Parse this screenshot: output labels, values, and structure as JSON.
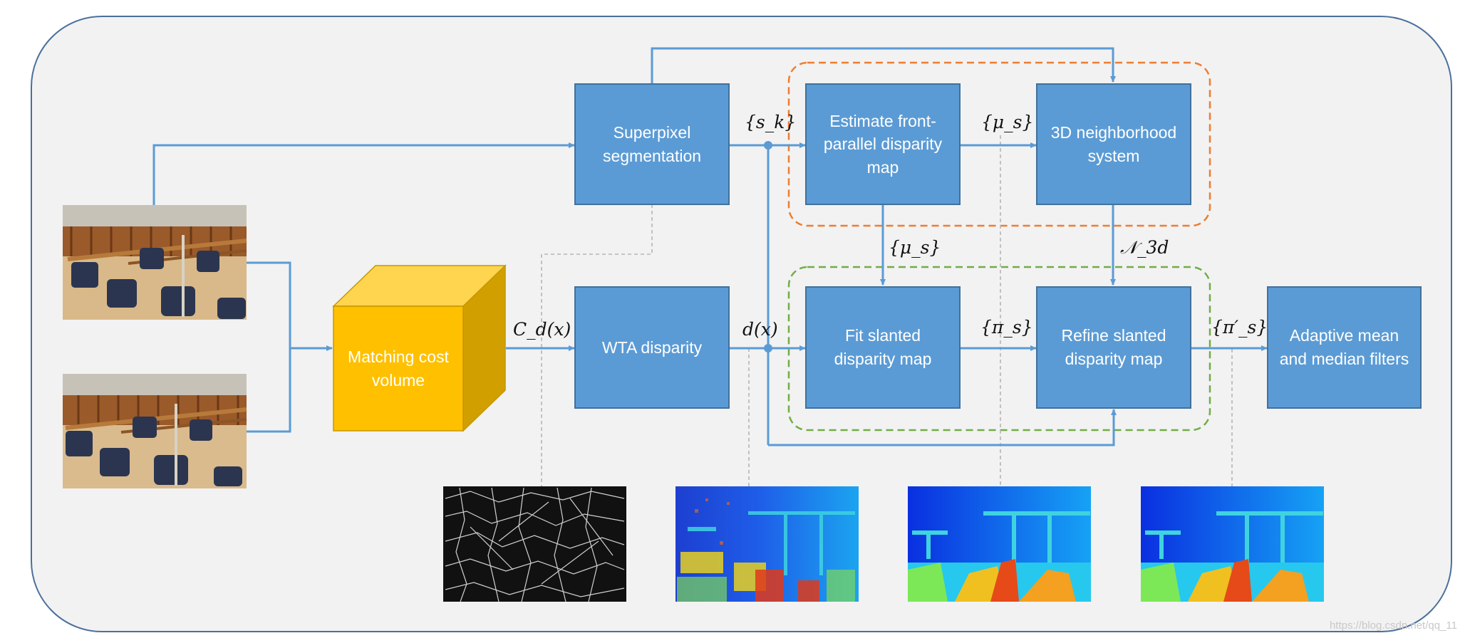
{
  "diagram": {
    "boxes": {
      "superpixel": "Superpixel\nsegmentation",
      "estimate": "Estimate front-\nparallel disparity\nmap",
      "neighborhood": "3D neighborhood\nsystem",
      "cost_volume": "Matching cost\nvolume",
      "wta": "WTA disparity",
      "fit": "Fit slanted\ndisparity map",
      "refine": "Refine slanted\ndisparity map",
      "filters": "Adaptive mean\nand median filters"
    },
    "labels": {
      "sk": "{s_k}",
      "mu_top": "{μ_s}",
      "mu_mid": "{μ_s}",
      "n3d": "𝒩_3d",
      "cost": "C_d(x)",
      "dx": "d(x)",
      "pi": "{π_s}",
      "pi_prime": "{π′_s}"
    },
    "images": [
      "stereo-left-image",
      "stereo-right-image",
      "superpixel-edge-map",
      "wta-disparity-map",
      "slanted-disparity-map",
      "refined-disparity-map"
    ],
    "colors": {
      "box_fill": "#5b9bd5",
      "box_border": "#41719c",
      "cube_front": "#ffc000",
      "cube_top": "#ffd44f",
      "cube_side": "#d19f00",
      "arrow": "#5b9bd5",
      "orange_group": "#ed7d31",
      "green_group": "#70ad47",
      "frame_border": "#4a6f9c"
    }
  },
  "watermark": "https://blog.csdn.net/qq_11"
}
